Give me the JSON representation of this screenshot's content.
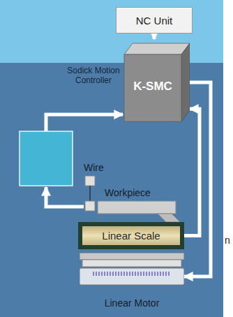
{
  "diagram": {
    "nodes": [
      {
        "text": [
          "NC Unit"
        ]
      },
      {
        "text": [
          "Sodick Motion Controller",
          "K-SMC"
        ]
      },
      {
        "text": [
          "Linear Scale"
        ]
      },
      {
        "text": [
          "Linear Motor"
        ]
      }
    ],
    "edges": [
      {
        "from": 0,
        "to": 1,
        "arrow": "to"
      },
      {
        "from": 2,
        "to": 1,
        "arrow": "to"
      },
      {
        "from": 1,
        "to": 3,
        "arrow": "to"
      }
    ],
    "labels": [
      "Wire",
      "Workpiece",
      "n"
    ]
  }
}
